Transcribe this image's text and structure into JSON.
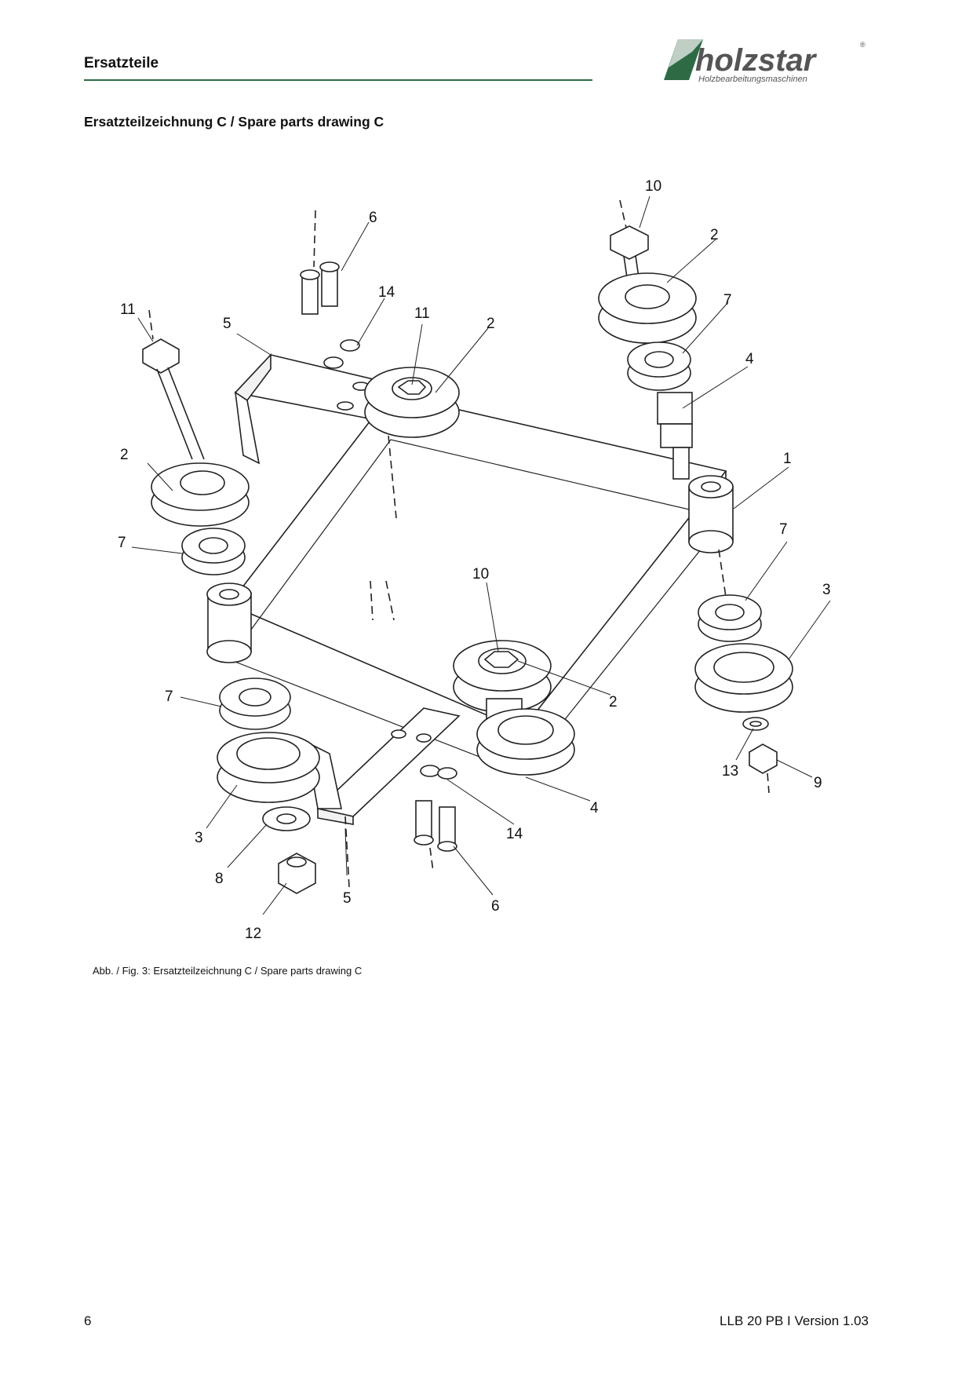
{
  "header": {
    "title": "Ersatzteile",
    "logo_text": "holzstar",
    "logo_tagline": "Holzbearbeitungsmaschinen",
    "logo_registered": "®",
    "brand_color": "#2e6b45"
  },
  "section_title": "Ersatzteilzeichnung C / Spare parts drawing C",
  "drawing": {
    "callouts": [
      "10",
      "2",
      "6",
      "14",
      "11",
      "5",
      "11",
      "2",
      "7",
      "4",
      "2",
      "1",
      "7",
      "7",
      "10",
      "3",
      "7",
      "2",
      "13",
      "9",
      "4",
      "3",
      "14",
      "8",
      "5",
      "6",
      "12"
    ]
  },
  "caption": "Abb. / Fig. 3: Ersatzteilzeichnung C / Spare parts drawing C",
  "footer": {
    "page_number": "6",
    "doc_id": "LLB 20 PB I Version 1.03"
  }
}
